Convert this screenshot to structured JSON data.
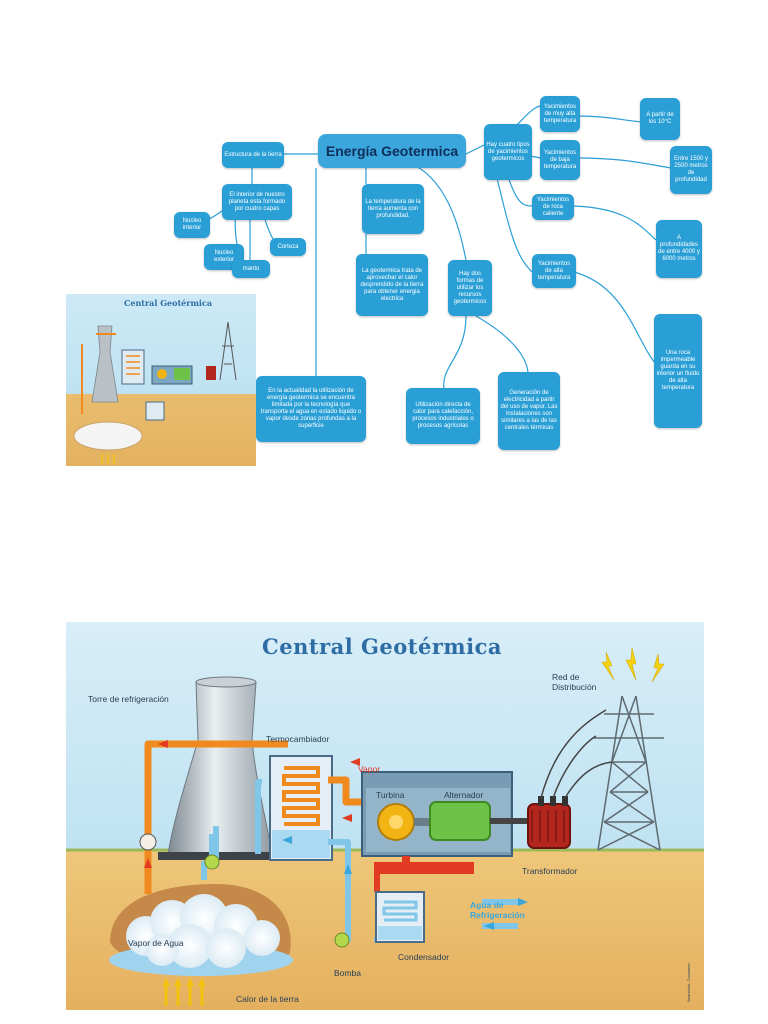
{
  "mindmap": {
    "title": "Energía Geotermica",
    "nodes": {
      "estructura": "Estructura de la tierra",
      "interior": "El interior de nuestro planeta esta formado por cuatro capas",
      "nucleo_interior": "Nucleo interior",
      "nucleo_exterior": "Nucleo exterior",
      "manto": "manto",
      "corteza": "Corteza",
      "temperatura": "La temperatura de la tierra aumenta con profundidad.",
      "aprovechar": "La geotermica trata de aprovechar el calor desprendido de la tierra para obtener energia electrica",
      "actualidad": "En la actualidad la utilización de energía geotermica se encuentra limitada por la tecnología que transporta el agua en estado liquido o vapor desde zonas profundas a la superficie",
      "formas": "Hay dos formas de utilizar los recursos geotermicos",
      "directo": "Utilización directa de calor para calefacción, procesos industriales o procesos agrícolas",
      "generacion": "Generación de electricidad a partir del uso de vapor. Las instalaciones son similares a las de las centrales térmicas",
      "tipos": "Hay cuatro tipos de yacimientos geotermicos",
      "muy_alta": "Yacimientos de muy alta temperatura",
      "partir": "A partir de los 10°C",
      "baja": "Yacimientos de baja temperatura",
      "profundidad_1500": "Entre 1500 y 2500 metros de profundidad",
      "roca": "Yacimientos de roca caliente",
      "prof_4000": "A profundidades de entre 4000 y 6000 metros",
      "alta": "Yacimientos de alta temperatura",
      "impermeable": "Una roca impermeable guarda en su interior un fluido de alta temperatura"
    },
    "inset": {
      "title": "Central Geotérmica"
    }
  },
  "diagram": {
    "title": "Central Geotérmica",
    "labels": {
      "torre": "Torre de refrigeración",
      "termo": "Termocambiador",
      "vapor": "Vapor",
      "turbina": "Turbina",
      "alternador": "Alternador",
      "red_1": "Red de",
      "red_2": "Distribución",
      "transformador": "Transformador",
      "agua_1": "Agua de",
      "agua_2": "Refrigeración",
      "condensador": "Condensador",
      "bomba": "Bomba",
      "vapor_agua": "Vapor de Agua",
      "calor": "Calor de la tierra",
      "credit": "Ilustración: Consumer"
    }
  },
  "colors": {
    "node_blue": "#2a9fd6",
    "sky": "#bfe2f2",
    "ground": "#e9bd6e",
    "title_blue": "#2d6da4",
    "hot_pipe": "#f08a1e",
    "cold_pipe": "#7fc6e8"
  }
}
